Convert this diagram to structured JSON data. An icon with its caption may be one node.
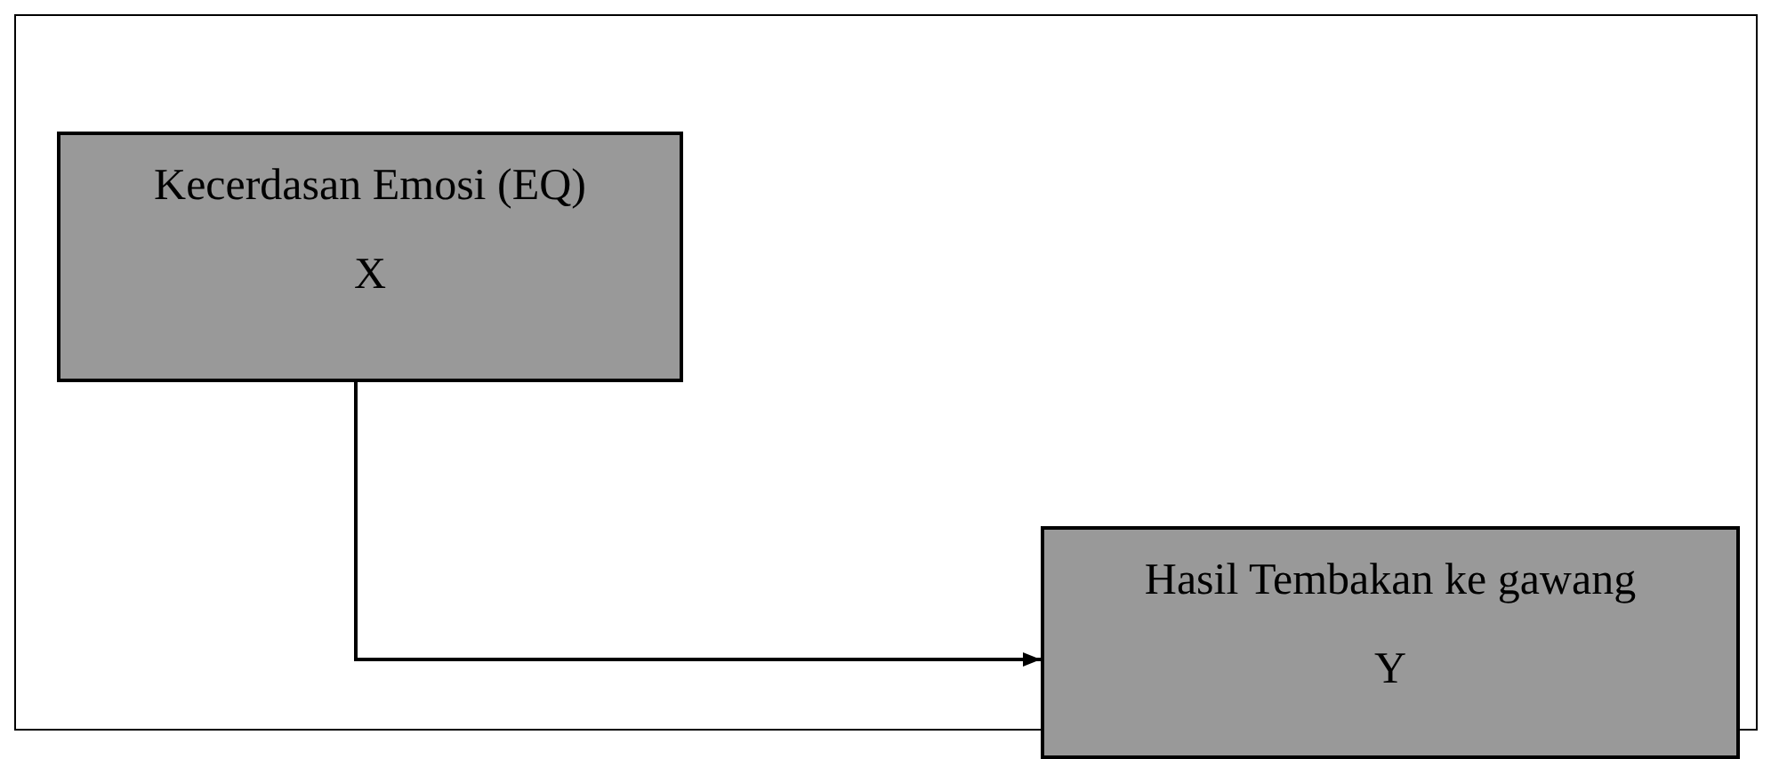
{
  "diagram": {
    "nodes": [
      {
        "text": [
          "Kecerdasan Emosi (EQ)",
          "X"
        ]
      },
      {
        "text": [
          "Hasil Tembakan ke gawang",
          "Y"
        ]
      }
    ],
    "edges": [
      {
        "from": 0,
        "to": 1,
        "arrow": "to"
      }
    ]
  }
}
